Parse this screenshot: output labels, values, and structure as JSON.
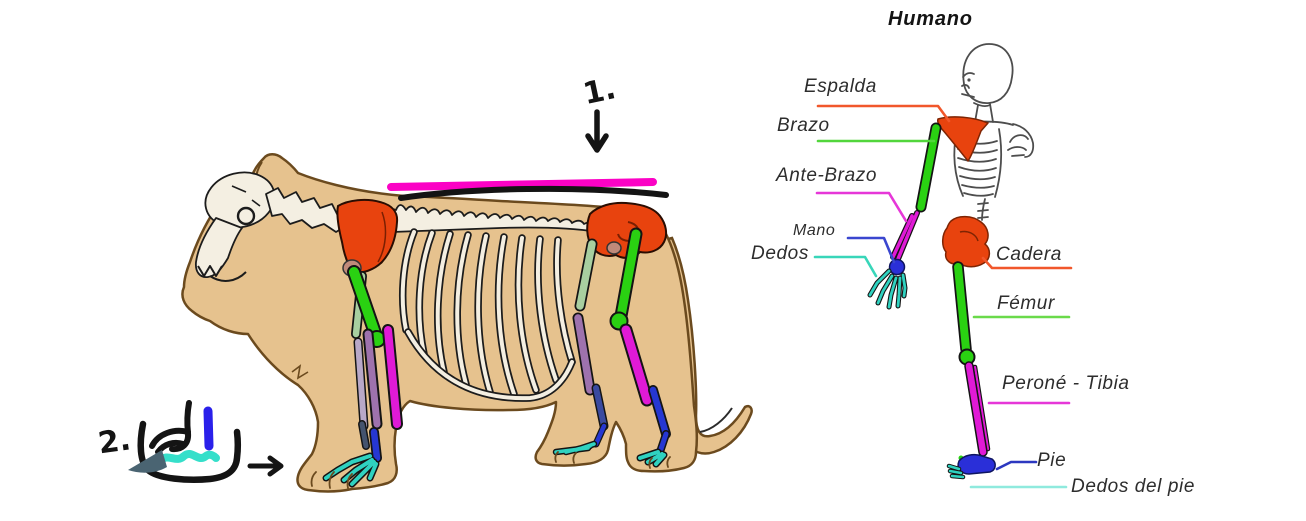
{
  "human": {
    "title": "Humano",
    "labels": [
      {
        "id": "espalda",
        "text": "Espalda",
        "line_color": "#f1572b"
      },
      {
        "id": "brazo",
        "text": "Brazo",
        "line_color": "#52d63c"
      },
      {
        "id": "ante_brazo",
        "text": "Ante-Brazo",
        "line_color": "#e637d8"
      },
      {
        "id": "mano",
        "text": "Mano",
        "line_color": "#3a46cf"
      },
      {
        "id": "dedos",
        "text": "Dedos",
        "line_color": "#38d6b9"
      },
      {
        "id": "cadera",
        "text": "Cadera",
        "line_color": "#f1572b"
      },
      {
        "id": "femur",
        "text": "Fémur",
        "line_color": "#6ada4a"
      },
      {
        "id": "perone_tibia",
        "text": "Peroné - Tibia",
        "line_color": "#e637d8"
      },
      {
        "id": "pie",
        "text": "Pie",
        "line_color": "#2c38c0"
      },
      {
        "id": "dedos_del_pie",
        "text": "Dedos del pie",
        "line_color": "#8feade"
      }
    ]
  },
  "lion": {
    "step_annotations": {
      "step1": "1.",
      "step2": "2."
    }
  },
  "palette": {
    "lion_body_tan": "#e6c28e",
    "bone_cream": "#f4efe2",
    "scapula_hip_red": "#e8430e",
    "humerus_femur_green": "#2ad112",
    "radius_tibia_magenta": "#e01ad6",
    "ulna_fibula_purple": "#9e72ad",
    "metacarpal_blue": "#2637d2",
    "toe_teal": "#2fd2c0",
    "pale_bone_green": "#a8cfa0",
    "marker_magenta": "#fb02c5",
    "marker_black": "#141414",
    "doodle_blue": "#2a20ea",
    "doodle_teal": "#35dfca",
    "doodle_slate": "#4a6472"
  }
}
